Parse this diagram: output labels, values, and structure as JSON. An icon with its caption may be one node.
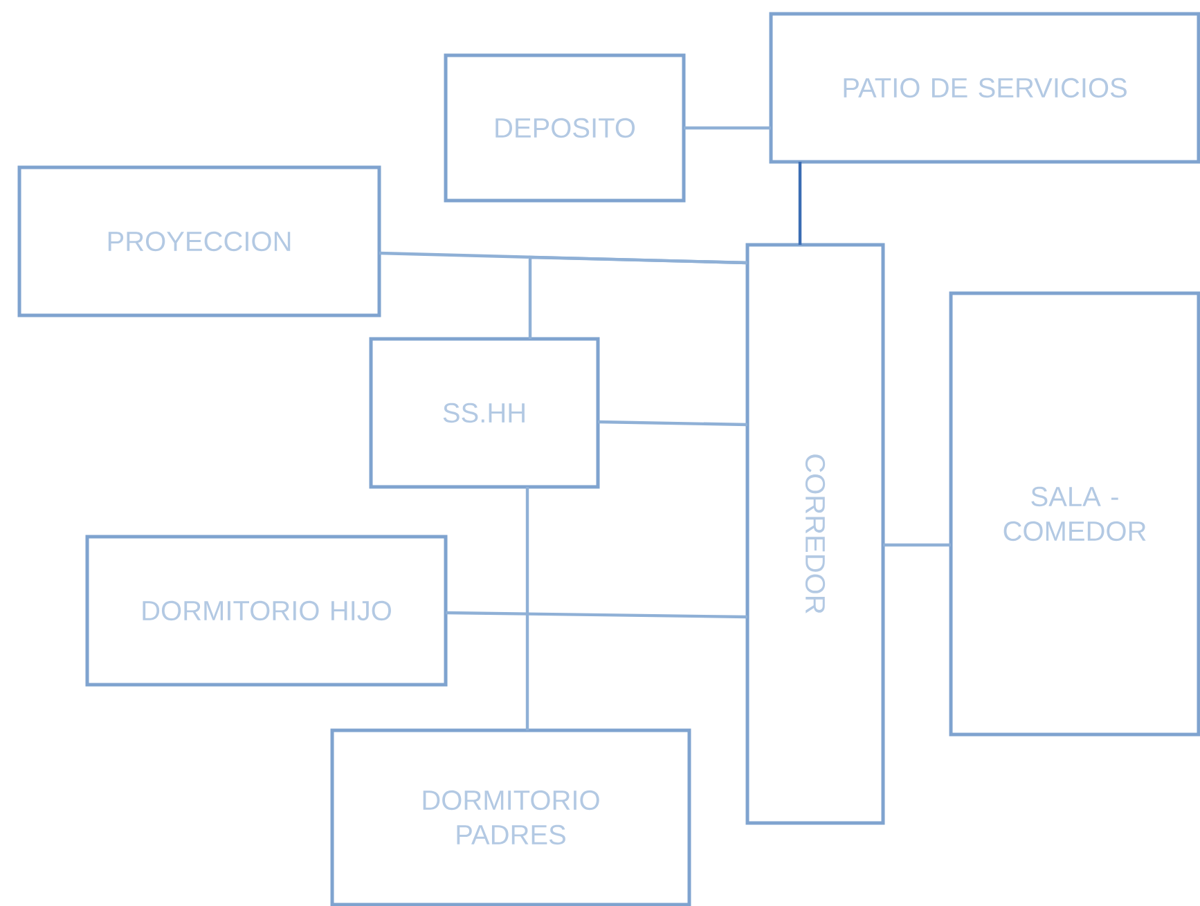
{
  "diagram": {
    "nodes": [
      {
        "text": [
          "DEPOSITO"
        ]
      },
      {
        "text": [
          "PATIO DE SERVICIOS"
        ]
      },
      {
        "text": [
          "PROYECCION"
        ]
      },
      {
        "text": [
          "CORREDOR"
        ]
      },
      {
        "text": [
          "SS.HH"
        ]
      },
      {
        "text": [
          "SALA - COMEDOR"
        ]
      },
      {
        "text": [
          "DORMITORIO HIJO"
        ]
      },
      {
        "text": [
          "DORMITORIO PADRES"
        ]
      }
    ],
    "edges": [
      {
        "from": 0,
        "to": 1,
        "arrow": "none"
      },
      {
        "from": 1,
        "to": 3,
        "arrow": "none",
        "color": "#3b6db3"
      },
      {
        "from": 2,
        "to": 3,
        "arrow": "none"
      },
      {
        "from": 4,
        "to": 3,
        "arrow": "none"
      },
      {
        "from": 4,
        "to": 3,
        "arrow": "none"
      },
      {
        "from": 6,
        "to": 3,
        "arrow": "none"
      },
      {
        "from": 4,
        "to": 7,
        "arrow": "none"
      },
      {
        "from": 3,
        "to": 5,
        "arrow": "none"
      }
    ]
  }
}
